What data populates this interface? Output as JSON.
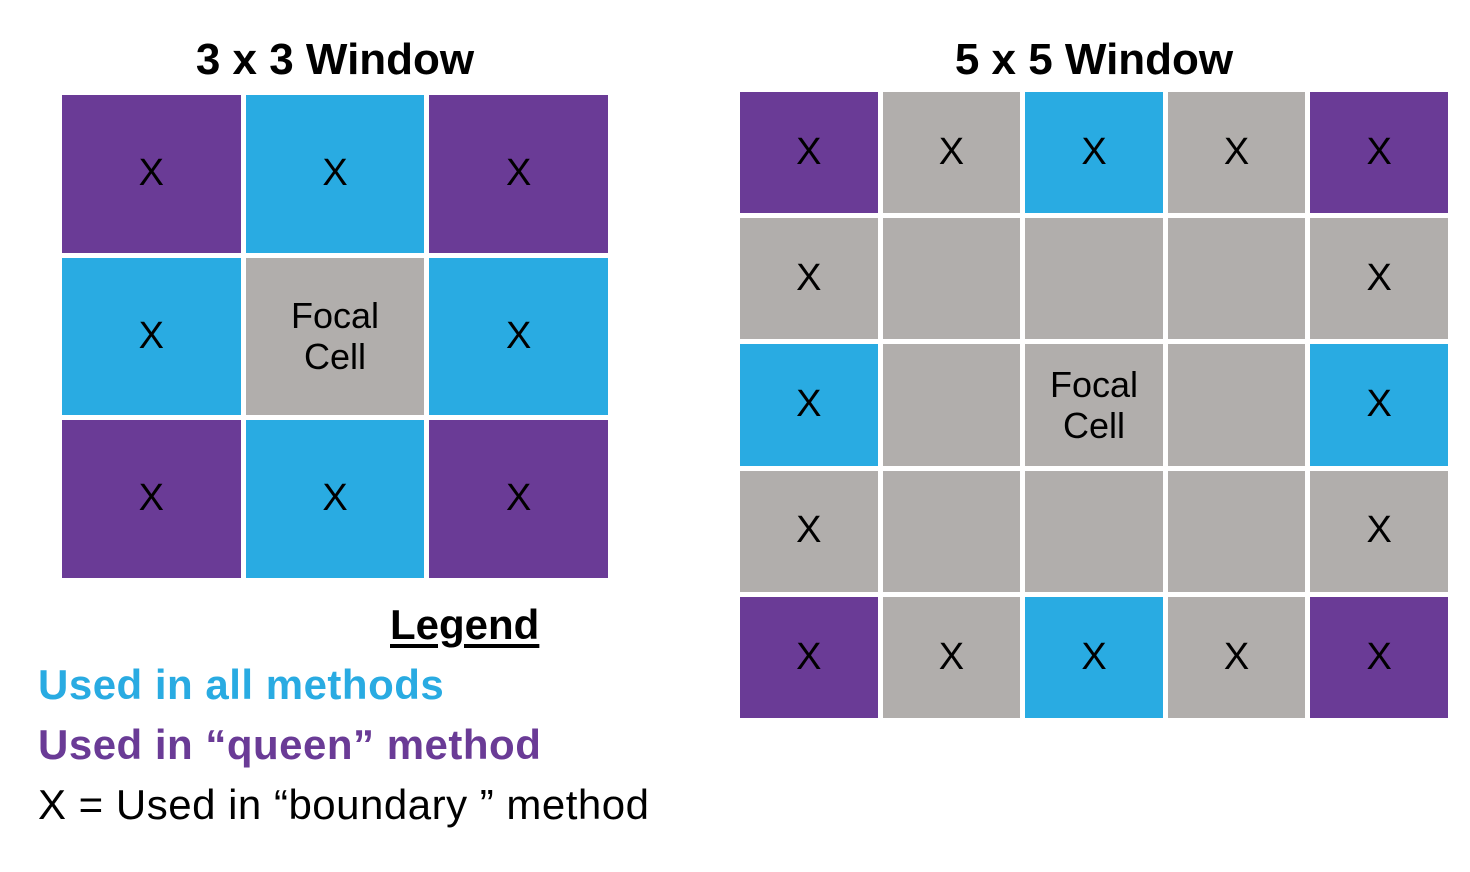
{
  "colors": {
    "all": "#29ABE2",
    "queen": "#6A3B96",
    "window": "#B1AEAC",
    "text": "#000000",
    "background": "#FFFFFF"
  },
  "left_grid": {
    "title": "3 x 3 Window",
    "cols": 3,
    "rows": 3,
    "cells": [
      {
        "type": "queen",
        "label": "X"
      },
      {
        "type": "all",
        "label": "X"
      },
      {
        "type": "queen",
        "label": "X"
      },
      {
        "type": "all",
        "label": "X"
      },
      {
        "type": "window",
        "label": "Focal\nCell"
      },
      {
        "type": "all",
        "label": "X"
      },
      {
        "type": "queen",
        "label": "X"
      },
      {
        "type": "all",
        "label": "X"
      },
      {
        "type": "queen",
        "label": "X"
      }
    ]
  },
  "right_grid": {
    "title": "5 x 5 Window",
    "cols": 5,
    "rows": 5,
    "cells": [
      {
        "type": "queen",
        "label": "X"
      },
      {
        "type": "window",
        "label": "X"
      },
      {
        "type": "all",
        "label": "X"
      },
      {
        "type": "window",
        "label": "X"
      },
      {
        "type": "queen",
        "label": "X"
      },
      {
        "type": "window",
        "label": "X"
      },
      {
        "type": "window",
        "label": ""
      },
      {
        "type": "window",
        "label": ""
      },
      {
        "type": "window",
        "label": ""
      },
      {
        "type": "window",
        "label": "X"
      },
      {
        "type": "all",
        "label": "X"
      },
      {
        "type": "window",
        "label": ""
      },
      {
        "type": "window",
        "label": "Focal\nCell"
      },
      {
        "type": "window",
        "label": ""
      },
      {
        "type": "all",
        "label": "X"
      },
      {
        "type": "window",
        "label": "X"
      },
      {
        "type": "window",
        "label": ""
      },
      {
        "type": "window",
        "label": ""
      },
      {
        "type": "window",
        "label": ""
      },
      {
        "type": "window",
        "label": "X"
      },
      {
        "type": "queen",
        "label": "X"
      },
      {
        "type": "window",
        "label": "X"
      },
      {
        "type": "all",
        "label": "X"
      },
      {
        "type": "window",
        "label": "X"
      },
      {
        "type": "queen",
        "label": "X"
      }
    ]
  },
  "legend": {
    "heading": "Legend",
    "items": [
      {
        "label": "Used in all methods",
        "color": "#29ABE2"
      },
      {
        "label": "Used in “queen” method",
        "color": "#6A3B96"
      },
      {
        "label": "X = Used in “boundary ” method",
        "color": "#000000"
      }
    ]
  }
}
